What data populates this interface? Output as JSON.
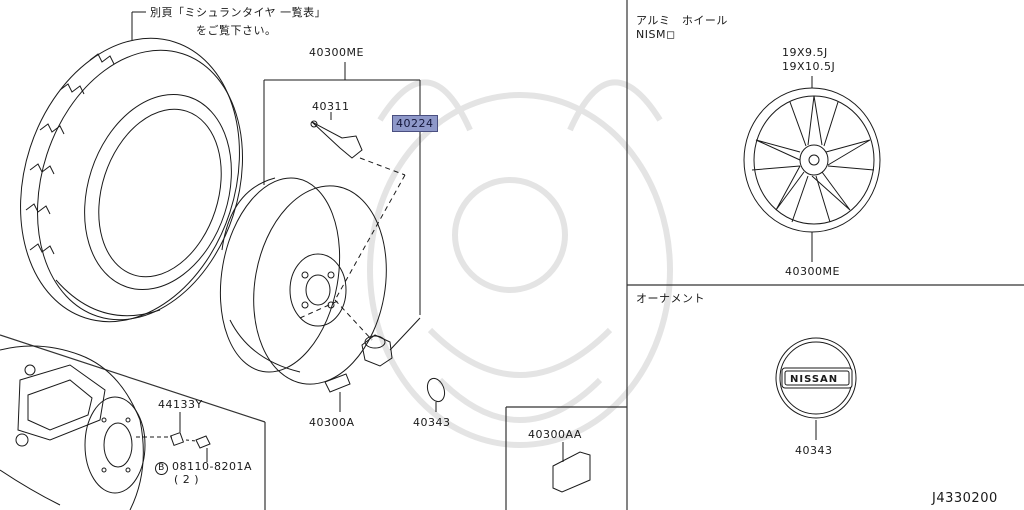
{
  "note": {
    "line1": "別頁「ミシュランタイヤ 一覧表」",
    "line2": "をご覧下さい。"
  },
  "parts": {
    "wheel_assy": "40300ME",
    "valve": "40311",
    "highlighted_nut": "40224",
    "weight": "40300A",
    "cap_small": "40343",
    "bolt_bracket": "44133Y",
    "bolt_code": "08110-8201A",
    "bolt_qty": "( 2 )",
    "bolt_prefix": "B",
    "weight_box": "40300AA"
  },
  "alloy_panel": {
    "title": "アルミ　ホイール",
    "subtitle": "NISM◻",
    "size1": "19X9.5J",
    "size2": "19X10.5J",
    "part": "40300ME"
  },
  "ornament_panel": {
    "title": "オーナメント",
    "emblem_text": "NISSAN",
    "part": "40343"
  },
  "diagram_code": "J4330200",
  "colors": {
    "line": "#1a1a1a",
    "highlight_fill": "#8e98c9",
    "highlight_border": "#4a4f80",
    "watermark": "#e4e4e4"
  }
}
